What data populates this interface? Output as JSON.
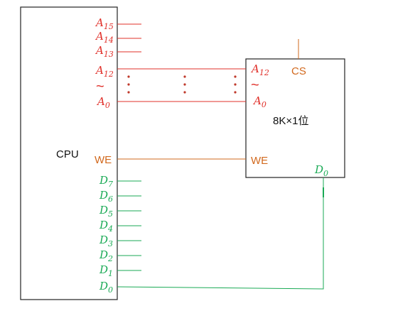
{
  "colors": {
    "address": "#e0302a",
    "control": "#d2691e",
    "data": "#1aaa55",
    "box": "#222222",
    "dots": "#c0392b",
    "background": "#ffffff"
  },
  "cpu": {
    "label": "CPU",
    "address_pins": [
      {
        "letter": "A",
        "sub": "15"
      },
      {
        "letter": "A",
        "sub": "14"
      },
      {
        "letter": "A",
        "sub": "13"
      },
      {
        "letter": "A",
        "sub": "12"
      },
      {
        "letter": "A",
        "sub": "0"
      }
    ],
    "tilde": "~",
    "we": "WE",
    "data_pins": [
      {
        "letter": "D",
        "sub": "7"
      },
      {
        "letter": "D",
        "sub": "6"
      },
      {
        "letter": "D",
        "sub": "5"
      },
      {
        "letter": "D",
        "sub": "4"
      },
      {
        "letter": "D",
        "sub": "3"
      },
      {
        "letter": "D",
        "sub": "2"
      },
      {
        "letter": "D",
        "sub": "1"
      },
      {
        "letter": "D",
        "sub": "0"
      }
    ]
  },
  "chip": {
    "label": "8K×1位",
    "addr_high": {
      "letter": "A",
      "sub": "12"
    },
    "tilde": "~",
    "addr_low": {
      "letter": "A",
      "sub": "0"
    },
    "cs": "CS",
    "we": "WE",
    "data": {
      "letter": "D",
      "sub": "0"
    }
  }
}
